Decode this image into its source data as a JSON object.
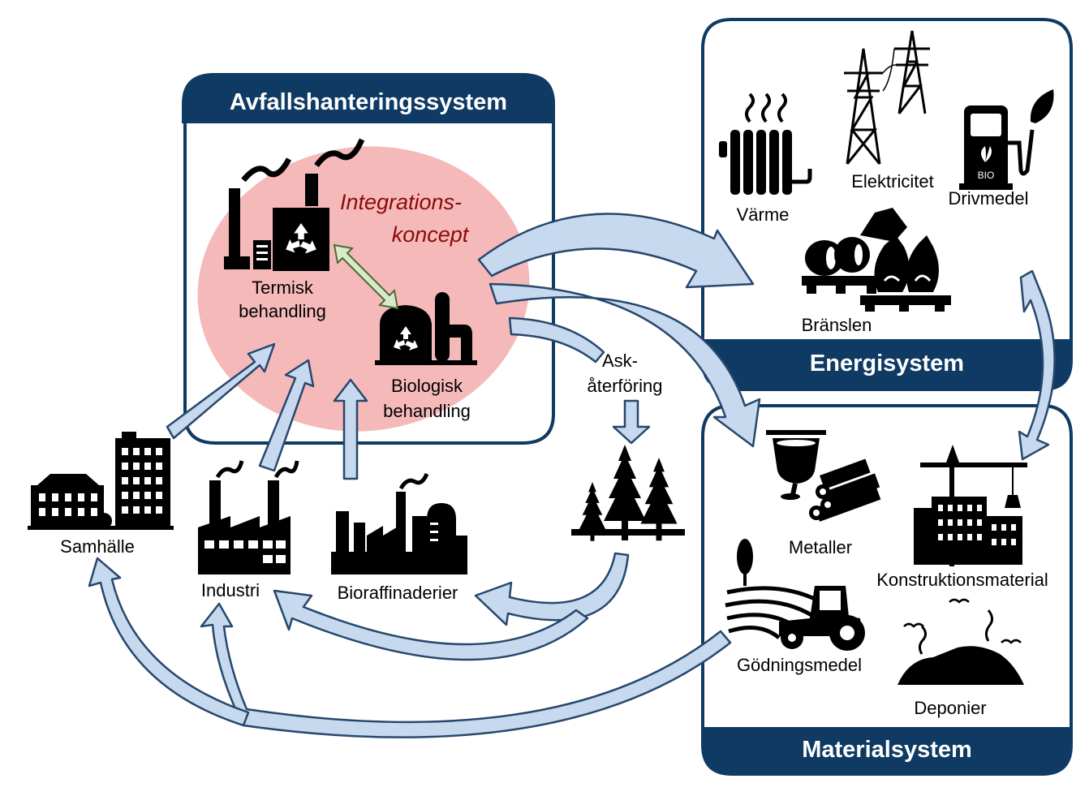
{
  "colors": {
    "navy": "#0f3a63",
    "arrow_fill": "#c6d9ee",
    "arrow_stroke": "#27476d",
    "blob": "#f5b9b9",
    "integration_text": "#8b0a0a"
  },
  "systems": {
    "waste": "Avfallshanteringssystem",
    "energy": "Energisystem",
    "material": "Materialsystem"
  },
  "integration": {
    "line1": "Integrations-",
    "line2": "koncept"
  },
  "treatment": {
    "thermal_1": "Termisk",
    "thermal_2": "behandling",
    "bio_1": "Biologisk",
    "bio_2": "behandling"
  },
  "ash": {
    "line1": "Ask-",
    "line2": "återföring"
  },
  "sources": {
    "society": "Samhälle",
    "industry": "Industri",
    "biorefineries": "Bioraffinaderier"
  },
  "energy_items": {
    "heat": "Värme",
    "electricity": "Elektricitet",
    "fuel": "Drivmedel",
    "fuels": "Bränslen"
  },
  "material_items": {
    "metals": "Metaller",
    "construction": "Konstruktionsmaterial",
    "fertilizer": "Gödningsmedel",
    "landfill": "Deponier"
  },
  "icons": [
    "factory-icon",
    "recycle-icon",
    "biogas-plant-icon",
    "radiator-icon",
    "power-pylon-icon",
    "bio-fuel-pump-icon",
    "fuel-barrels-icon",
    "buildings-icon",
    "industry-icon",
    "refinery-icon",
    "forest-icon",
    "metal-crucible-icon",
    "construction-crane-icon",
    "tractor-icon",
    "landfill-icon"
  ]
}
